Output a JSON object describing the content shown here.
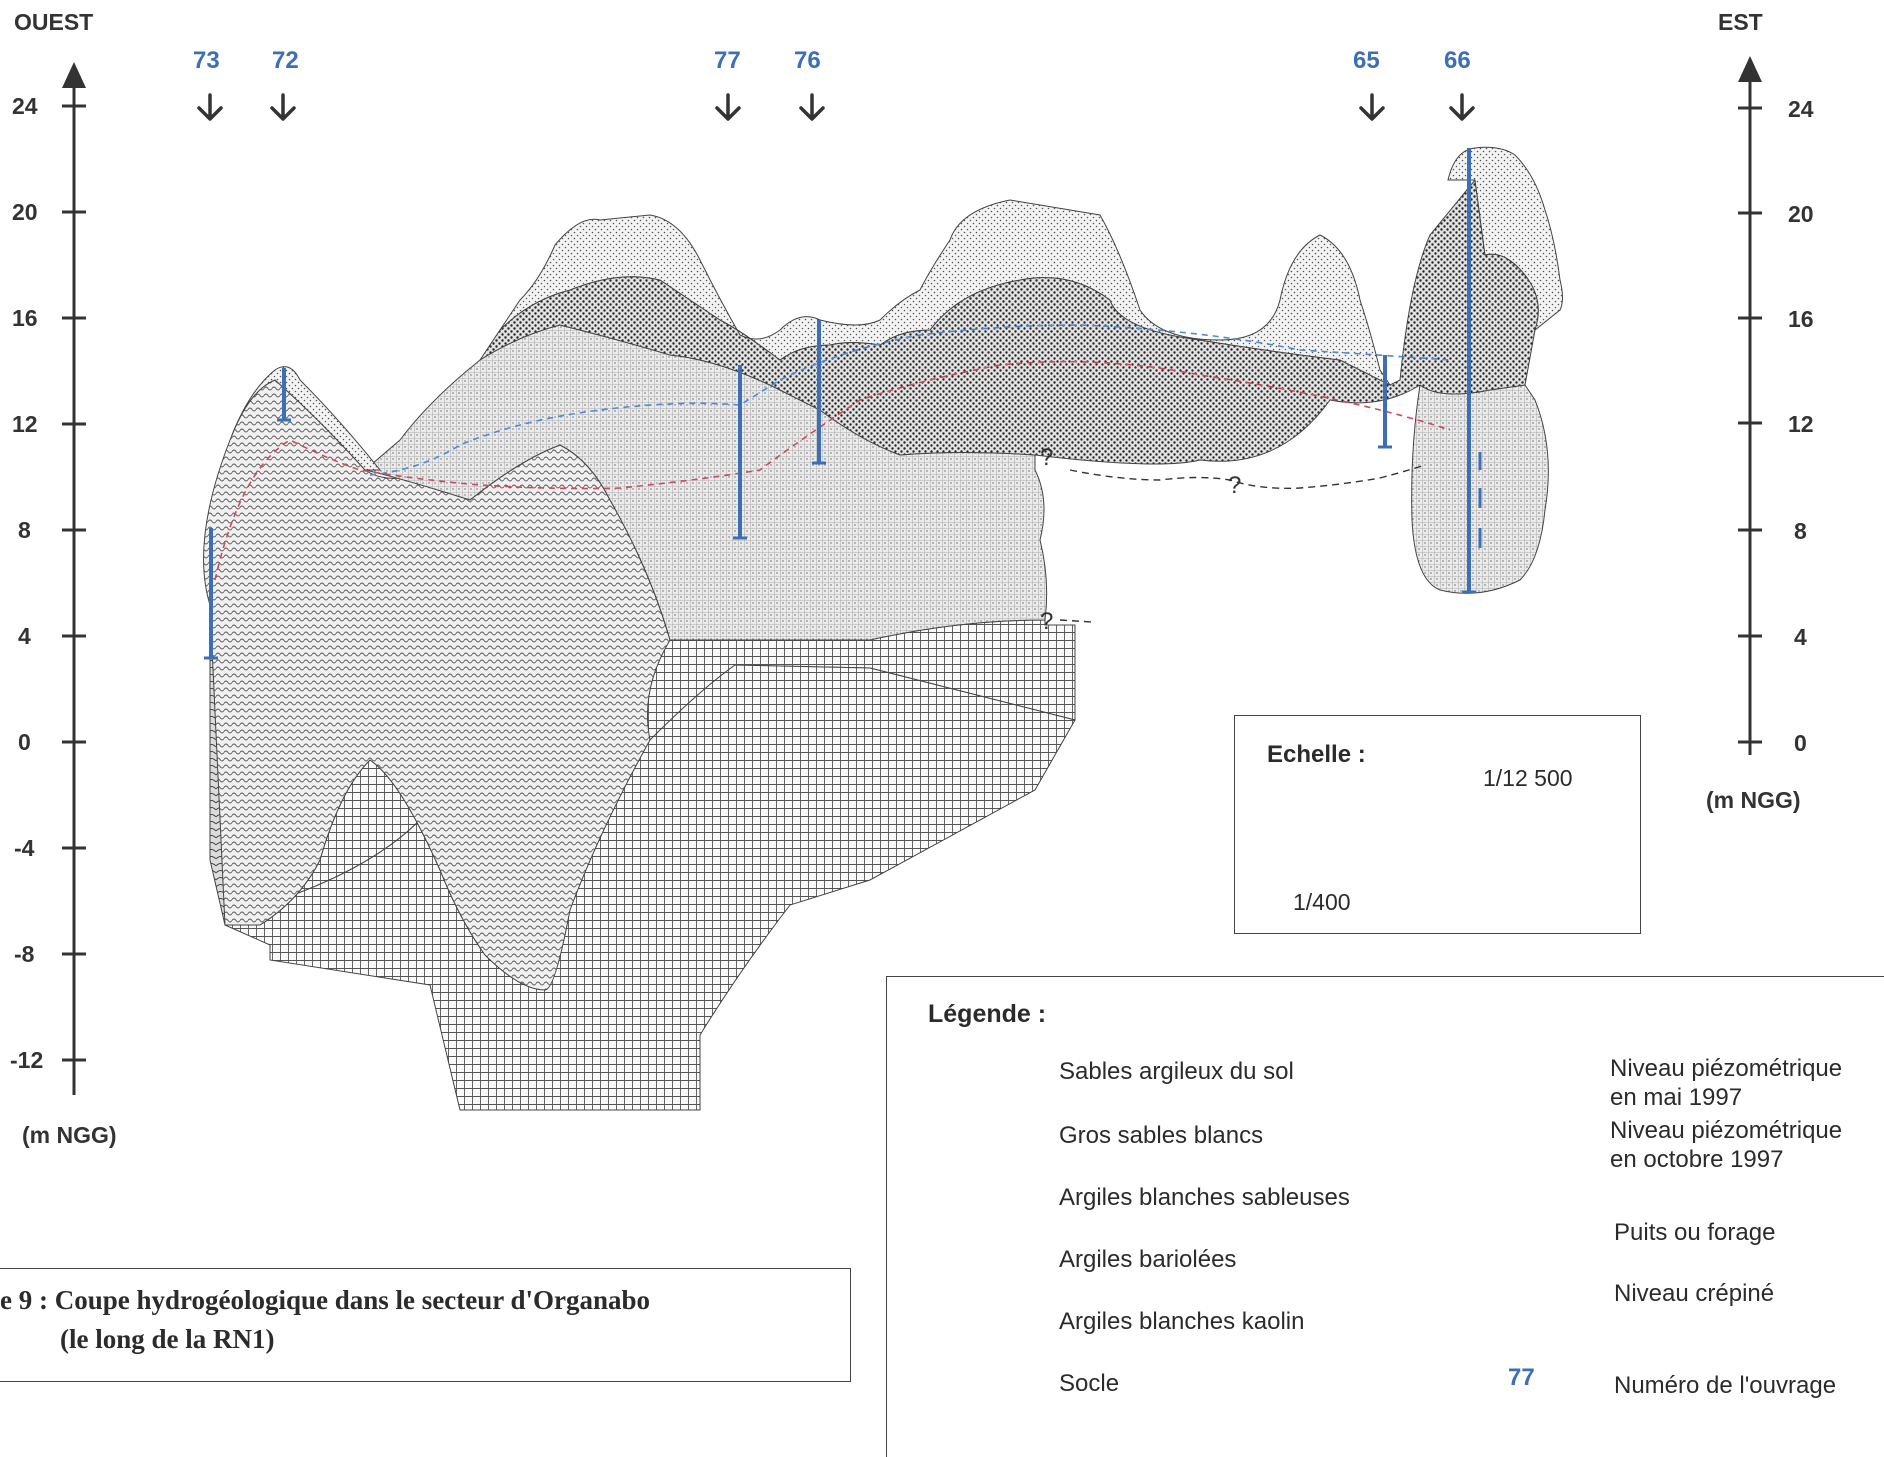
{
  "axes": {
    "left_title": "OUEST",
    "right_title": "EST",
    "unit_left": "(m NGG)",
    "unit_right": "(m NGG)",
    "left_ticks": [
      "24",
      "20",
      "16",
      "12",
      "8",
      "4",
      "0",
      "-4",
      "-8",
      "-12"
    ],
    "right_ticks": [
      "24",
      "20",
      "16",
      "12",
      "8",
      "4",
      "0"
    ]
  },
  "wells": [
    {
      "number": "73"
    },
    {
      "number": "72"
    },
    {
      "number": "77"
    },
    {
      "number": "76"
    },
    {
      "number": "65"
    },
    {
      "number": "66"
    }
  ],
  "uncertain_marker": "?",
  "scale": {
    "title": "Echelle :",
    "horizontal": "1/12 500",
    "vertical": "1/400"
  },
  "legend": {
    "title": "Légende :",
    "layers": [
      "Sables argileux du sol",
      "Gros sables blancs",
      "Argiles blanches sableuses",
      "Argiles bariolées",
      "Argiles blanches kaolin",
      "Socle"
    ],
    "symbols": {
      "piezo_may_1": "Niveau piézométrique",
      "piezo_may_2": "en mai 1997",
      "piezo_oct_1": "Niveau piézométrique",
      "piezo_oct_2": "en octobre 1997",
      "well": "Puits ou forage",
      "screen": "Niveau crépiné",
      "example_number": "77",
      "number": "Numéro de l'ouvrage"
    },
    "colors": {
      "well_blue": "#3c6fb5",
      "piezo_may": "#4a8ad6",
      "piezo_oct": "#d04a5a"
    }
  },
  "caption": {
    "line1": "e 9 : Coupe hydrogéologique dans le secteur d'Organabo",
    "line2": "(le long de la RN1)"
  }
}
